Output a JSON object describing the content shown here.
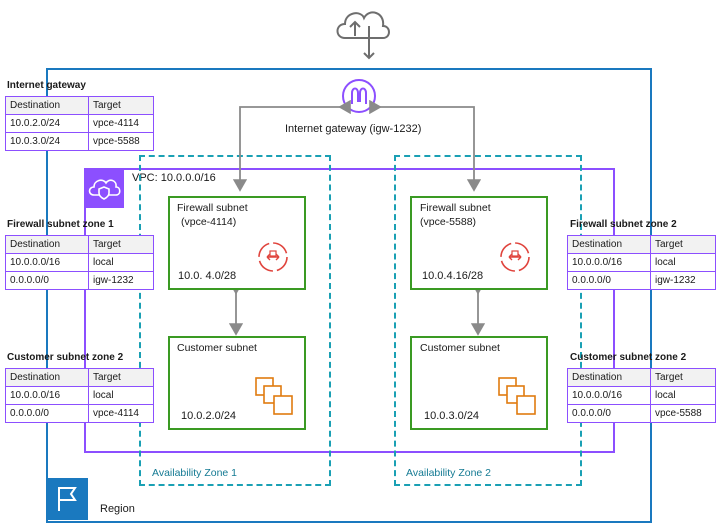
{
  "internet_gateway": {
    "label": "Internet gateway (igw-1232)",
    "icon": "internet-gateway-icon",
    "colors": {
      "icon": "#8c4fff"
    }
  },
  "region": {
    "label": "Region",
    "color": "#1a79bf"
  },
  "vpc": {
    "label": "VPC: 10.0.0.0/16",
    "color": "#8c4fff"
  },
  "availability_zones": [
    {
      "label": "Availability Zone 1",
      "firewall_subnet": {
        "title": "Firewall subnet",
        "endpoint": "(vpce-4114)",
        "cidr": "10.0. 4.0/28"
      },
      "customer_subnet": {
        "title": "Customer subnet",
        "cidr": "10.0.2.0/24"
      }
    },
    {
      "label": "Availability Zone 2",
      "firewall_subnet": {
        "title": "Firewall subnet",
        "endpoint": "(vpce-5588)",
        "cidr": "10.0.4.16/28"
      },
      "customer_subnet": {
        "title": "Customer subnet",
        "cidr": "10.0.3.0/24"
      }
    }
  ],
  "route_tables": {
    "igw": {
      "title": "Internet gateway",
      "headers": [
        "Destination",
        "Target"
      ],
      "rows": [
        [
          "10.0.2.0/24",
          "vpce-4114"
        ],
        [
          "10.0.3.0/24",
          "vpce-5588"
        ]
      ]
    },
    "fw_zone1": {
      "title": "Firewall subnet zone 1",
      "headers": [
        "Destination",
        "Target"
      ],
      "rows": [
        [
          "10.0.0.0/16",
          "local"
        ],
        [
          "0.0.0.0/0",
          "igw-1232"
        ]
      ]
    },
    "cust_zone1": {
      "title": "Customer subnet zone 2",
      "headers": [
        "Destination",
        "Target"
      ],
      "rows": [
        [
          "10.0.0.0/16",
          "local"
        ],
        [
          "0.0.0.0/0",
          "vpce-4114"
        ]
      ]
    },
    "fw_zone2": {
      "title": "Firewall subnet zone 2",
      "headers": [
        "Destination",
        "Target"
      ],
      "rows": [
        [
          "10.0.0.0/16",
          "local"
        ],
        [
          "0.0.0.0/0",
          "igw-1232"
        ]
      ]
    },
    "cust_zone2": {
      "title": "Customer subnet zone 2",
      "headers": [
        "Destination",
        "Target"
      ],
      "rows": [
        [
          "10.0.0.0/16",
          "local"
        ],
        [
          "0.0.0.0/0",
          "vpce-5588"
        ]
      ]
    }
  },
  "colors": {
    "region": "#1a79bf",
    "vpc": "#8c4fff",
    "availability_zone": "#1aa0b4",
    "subnet": "#3a9a23",
    "firewall": "#e0443d",
    "instances": "#e07b0f",
    "arrows": "#8a8a8a"
  }
}
